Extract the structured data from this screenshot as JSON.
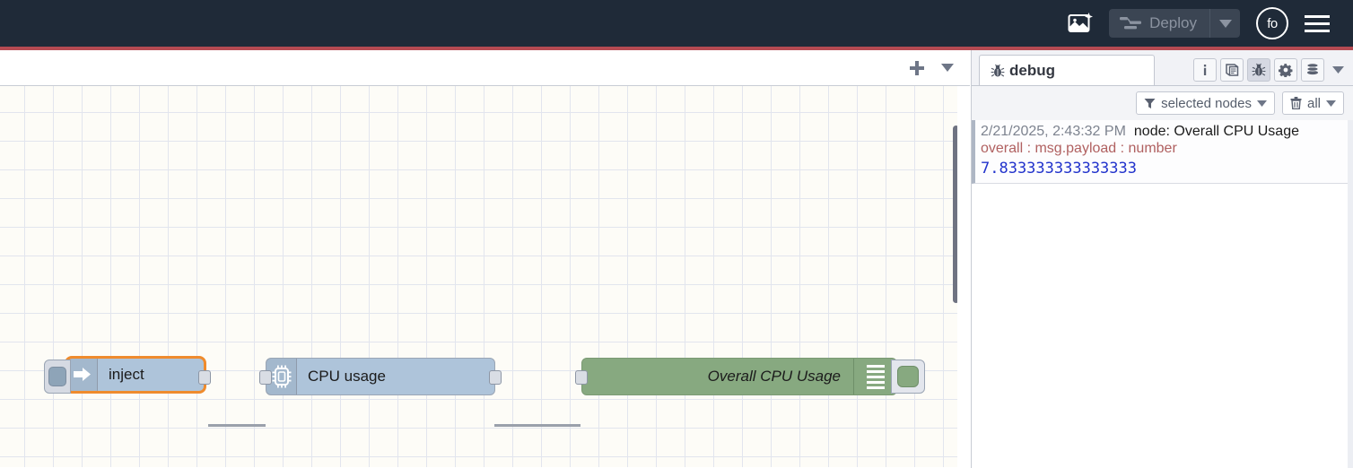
{
  "header": {
    "assistant_icon": "image-sparkle-icon",
    "deploy": {
      "label": "Deploy",
      "icon": "deploy-flow-icon",
      "caret_icon": "chevron-down-icon",
      "disabled": true
    },
    "user": {
      "initials": "fo",
      "icon": "avatar"
    },
    "menu_icon": "hamburger-menu-icon",
    "bg_color": "#1f2a38",
    "accent_line_color": "#b54a52"
  },
  "workspace": {
    "tabbar": {
      "add_label": "+",
      "add_icon": "plus-icon",
      "menu_icon": "chevron-down-icon"
    },
    "canvas": {
      "grid_size": 32,
      "bg_color": "#fdfcf7",
      "grid_color": "#e2e5ee"
    },
    "nodes": [
      {
        "id": "inject",
        "label": "inject",
        "type": "inject",
        "icon": "inject-arrow-icon",
        "color": "#aec4da",
        "selected": true,
        "has_left_button": true,
        "has_output_port": true
      },
      {
        "id": "cpu-usage",
        "label": "CPU usage",
        "type": "cpu",
        "icon": "cpu-chip-icon",
        "color": "#aec4da",
        "selected": false,
        "has_input_port": true,
        "has_output_port": true
      },
      {
        "id": "overall-cpu-usage",
        "label": "Overall CPU Usage",
        "type": "debug",
        "icon": "debug-lines-icon",
        "color": "#87a980",
        "selected": false,
        "has_input_port": true,
        "enabled": true,
        "toggle_icon": "debug-enable-toggle"
      }
    ]
  },
  "sidebar": {
    "tab": {
      "label": "debug",
      "icon": "bug-icon"
    },
    "tools": [
      {
        "name": "info",
        "icon": "info-icon",
        "glyph": "i",
        "active": false
      },
      {
        "name": "help",
        "icon": "book-icon",
        "active": false
      },
      {
        "name": "debug",
        "icon": "bug-icon",
        "active": true
      },
      {
        "name": "config",
        "icon": "gear-icon",
        "active": false
      },
      {
        "name": "context",
        "icon": "database-icon",
        "active": false
      }
    ],
    "tools_caret_icon": "chevron-down-icon",
    "filters": [
      {
        "name": "node-filter",
        "label": "selected nodes",
        "icon": "filter-icon",
        "caret_icon": "chevron-down-icon"
      },
      {
        "name": "clear-filter",
        "label": "all",
        "icon": "trash-icon",
        "caret_icon": "chevron-down-icon"
      }
    ],
    "messages": [
      {
        "timestamp": "2/21/2025, 2:43:32 PM",
        "node": "node: Overall CPU Usage",
        "topic": "overall : msg.payload : number",
        "value": "7.833333333333333"
      }
    ]
  }
}
